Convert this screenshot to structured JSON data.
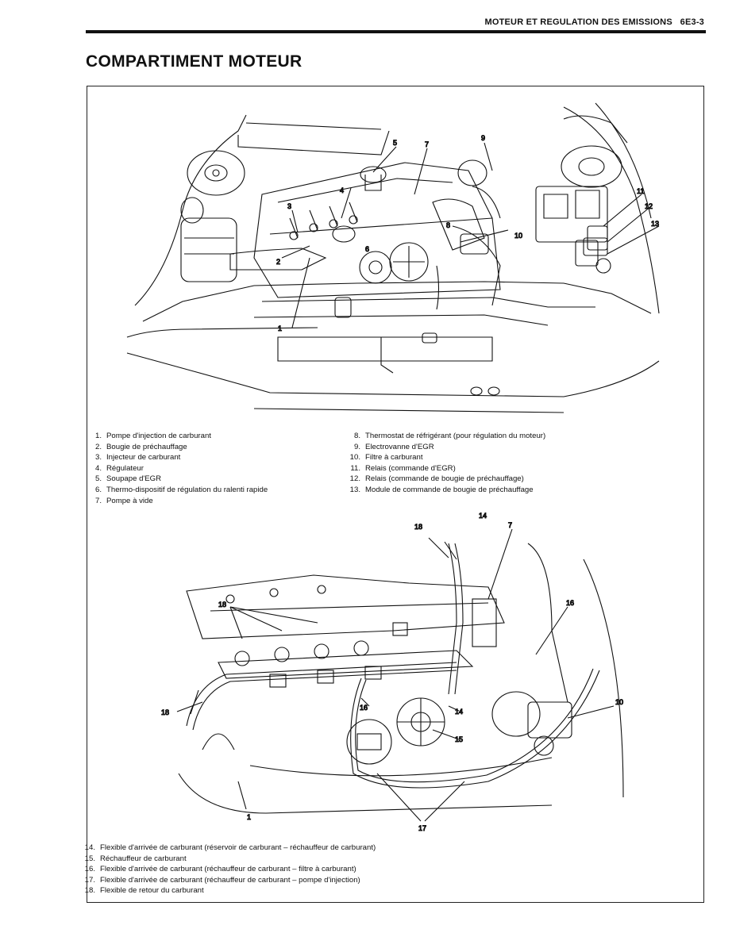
{
  "header": {
    "section": "MOTEUR ET REGULATION DES EMISSIONS",
    "page": "6E3-3"
  },
  "title": "COMPARTIMENT MOTEUR",
  "legend_top_left": [
    {
      "num": "1.",
      "text": "Pompe d'injection de carburant"
    },
    {
      "num": "2.",
      "text": "Bougie de préchauffage"
    },
    {
      "num": "3.",
      "text": "Injecteur de carburant"
    },
    {
      "num": "4.",
      "text": "Régulateur"
    },
    {
      "num": "5.",
      "text": "Soupape d'EGR"
    },
    {
      "num": "6.",
      "text": "Thermo-dispositif de régulation du ralenti rapide"
    },
    {
      "num": "7.",
      "text": "Pompe à vide"
    }
  ],
  "legend_top_right": [
    {
      "num": "8.",
      "text": "Thermostat de réfrigérant (pour régulation du moteur)"
    },
    {
      "num": "9.",
      "text": "Electrovanne d'EGR"
    },
    {
      "num": "10.",
      "text": "Filtre à carburant"
    },
    {
      "num": "11.",
      "text": "Relais (commande d'EGR)"
    },
    {
      "num": "12.",
      "text": "Relais (commande de bougie de préchauffage)"
    },
    {
      "num": "13.",
      "text": "Module de commande de bougie de préchauffage"
    }
  ],
  "legend_bottom": [
    {
      "num": "14.",
      "text": "Flexible d'arrivée de carburant (réservoir de carburant – réchauffeur de carburant)"
    },
    {
      "num": "15.",
      "text": "Réchauffeur de carburant"
    },
    {
      "num": "16.",
      "text": "Flexible d'arrivée de carburant (réchauffeur de carburant – filtre à carburant)"
    },
    {
      "num": "17.",
      "text": "Flexible d'arrivée de carburant (réchauffeur de carburant – pompe d'injection)"
    },
    {
      "num": "18.",
      "text": "Flexible de retour du carburant"
    }
  ],
  "figure_top_callouts": [
    "1",
    "2",
    "3",
    "4",
    "5",
    "6",
    "7",
    "8",
    "9",
    "10",
    "11",
    "12",
    "13"
  ],
  "figure_bottom_callouts": [
    "1",
    "7",
    "10",
    "14",
    "14",
    "15",
    "16",
    "16",
    "17",
    "18",
    "18",
    "18"
  ]
}
